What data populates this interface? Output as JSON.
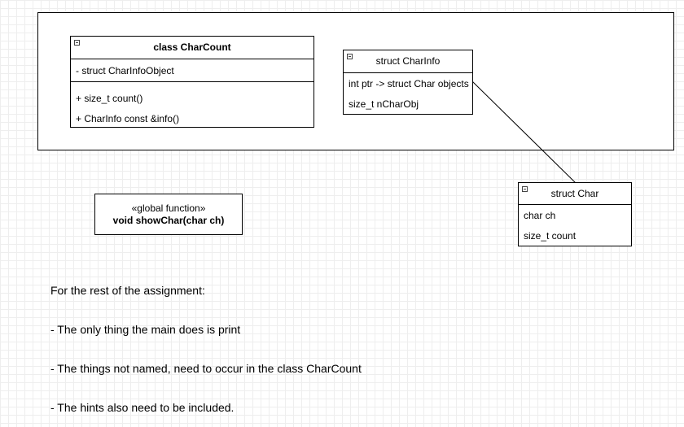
{
  "classes": {
    "charcount": {
      "title": "class CharCount",
      "attributes": [
        "- struct CharInfoObject"
      ],
      "methods": [
        "+ size_t count()",
        "+ CharInfo const &info()"
      ]
    },
    "charinfo": {
      "title": "struct CharInfo",
      "attributes": [
        "int ptr -> struct Char objects",
        "size_t nCharObj"
      ]
    },
    "char": {
      "title": "struct Char",
      "attributes": [
        "char ch",
        "size_t count"
      ]
    }
  },
  "global_function": {
    "stereotype": "«global function»",
    "signature": "void showChar(char ch)"
  },
  "note": {
    "lines": [
      "For the rest of the assignment:",
      "- The only thing the main does is print",
      "- The things not named, need to occur in the class CharCount",
      "- The hints also need to be included."
    ]
  }
}
